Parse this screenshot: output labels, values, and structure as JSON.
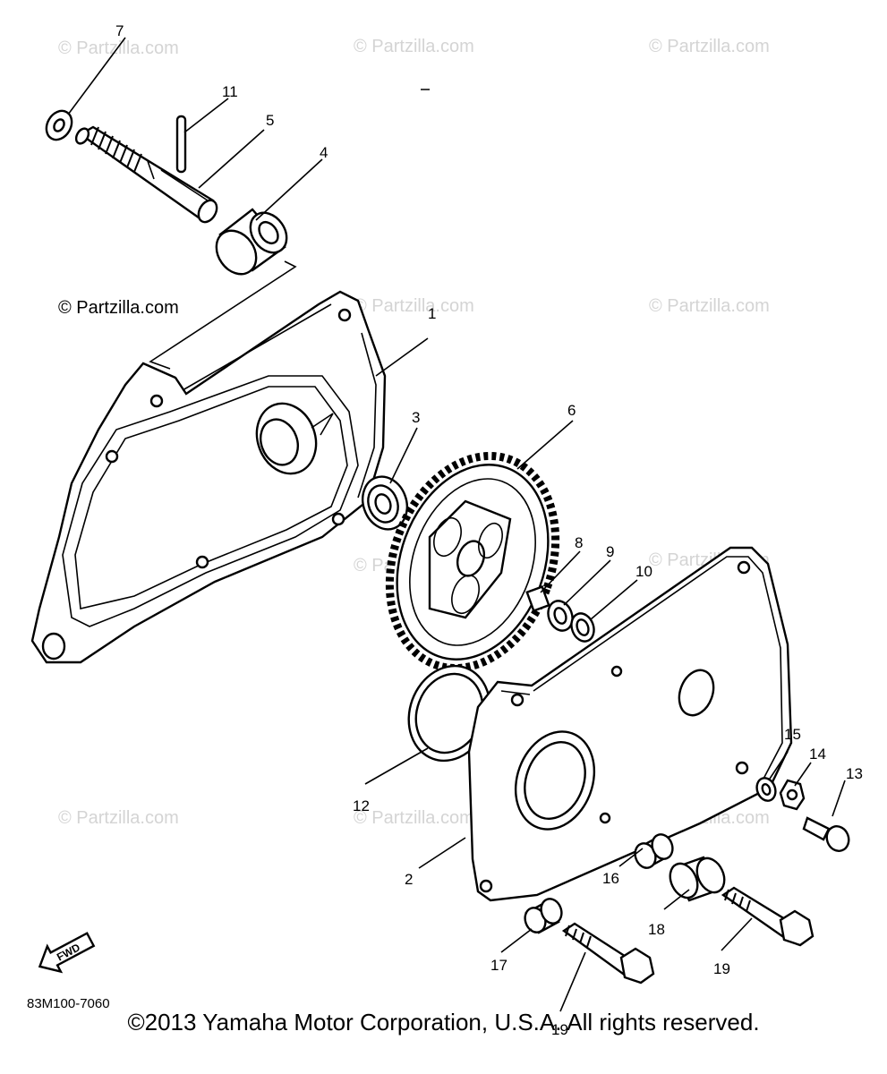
{
  "diagram": {
    "watermark": "© Partzilla.com",
    "diagram_code": "83M100-7060",
    "forward_label": "FWD",
    "copyright": "©2013 Yamaha Motor Corporation, U.S.A. All rights reserved.",
    "callouts": {
      "c1": "1",
      "c2": "2",
      "c3": "3",
      "c4": "4",
      "c5": "5",
      "c6": "6",
      "c7": "7",
      "c8": "8",
      "c9": "9",
      "c10": "10",
      "c11": "11",
      "c12": "12",
      "c13": "13",
      "c14": "14",
      "c15": "15",
      "c16": "16",
      "c17": "17",
      "c18": "18",
      "c19a": "19",
      "c19b": "19"
    }
  }
}
